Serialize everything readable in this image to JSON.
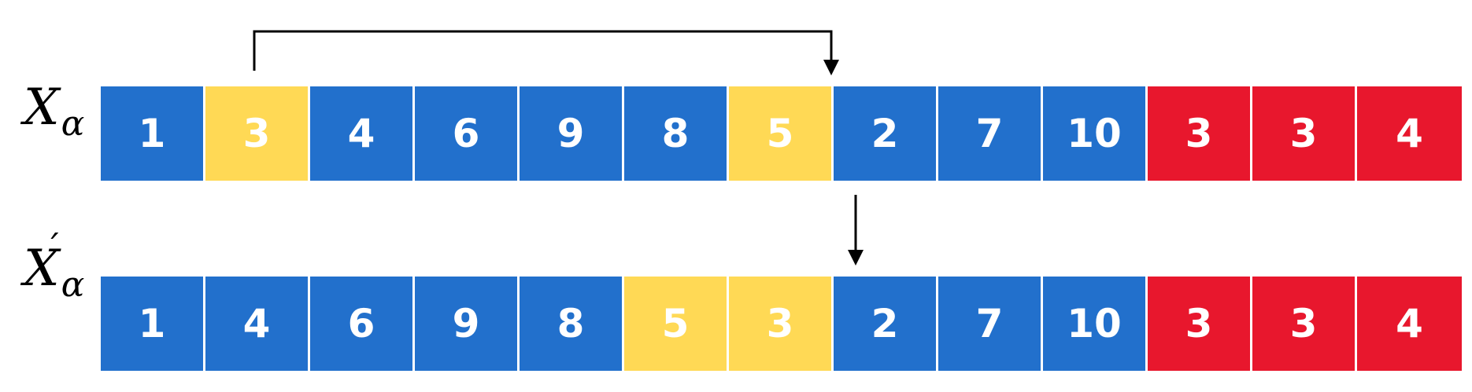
{
  "colors": {
    "blue": "#2270CC",
    "yellow": "#FFD955",
    "red": "#E8172D",
    "arrow": "#000000"
  },
  "rows": [
    {
      "label_main": "X",
      "label_sub": "α",
      "label_accent": "",
      "cells": [
        {
          "value": "1",
          "color": "blue"
        },
        {
          "value": "3",
          "color": "yellow"
        },
        {
          "value": "4",
          "color": "blue"
        },
        {
          "value": "6",
          "color": "blue"
        },
        {
          "value": "9",
          "color": "blue"
        },
        {
          "value": "8",
          "color": "blue"
        },
        {
          "value": "5",
          "color": "yellow"
        },
        {
          "value": "2",
          "color": "blue"
        },
        {
          "value": "7",
          "color": "blue"
        },
        {
          "value": "10",
          "color": "blue"
        },
        {
          "value": "3",
          "color": "red"
        },
        {
          "value": "3",
          "color": "red"
        },
        {
          "value": "4",
          "color": "red"
        }
      ]
    },
    {
      "label_main": "X",
      "label_sub": "α",
      "label_accent": "´",
      "cells": [
        {
          "value": "1",
          "color": "blue"
        },
        {
          "value": "4",
          "color": "blue"
        },
        {
          "value": "6",
          "color": "blue"
        },
        {
          "value": "9",
          "color": "blue"
        },
        {
          "value": "8",
          "color": "blue"
        },
        {
          "value": "5",
          "color": "yellow"
        },
        {
          "value": "3",
          "color": "yellow"
        },
        {
          "value": "2",
          "color": "blue"
        },
        {
          "value": "7",
          "color": "blue"
        },
        {
          "value": "10",
          "color": "blue"
        },
        {
          "value": "3",
          "color": "red"
        },
        {
          "value": "3",
          "color": "red"
        },
        {
          "value": "4",
          "color": "red"
        }
      ]
    }
  ]
}
